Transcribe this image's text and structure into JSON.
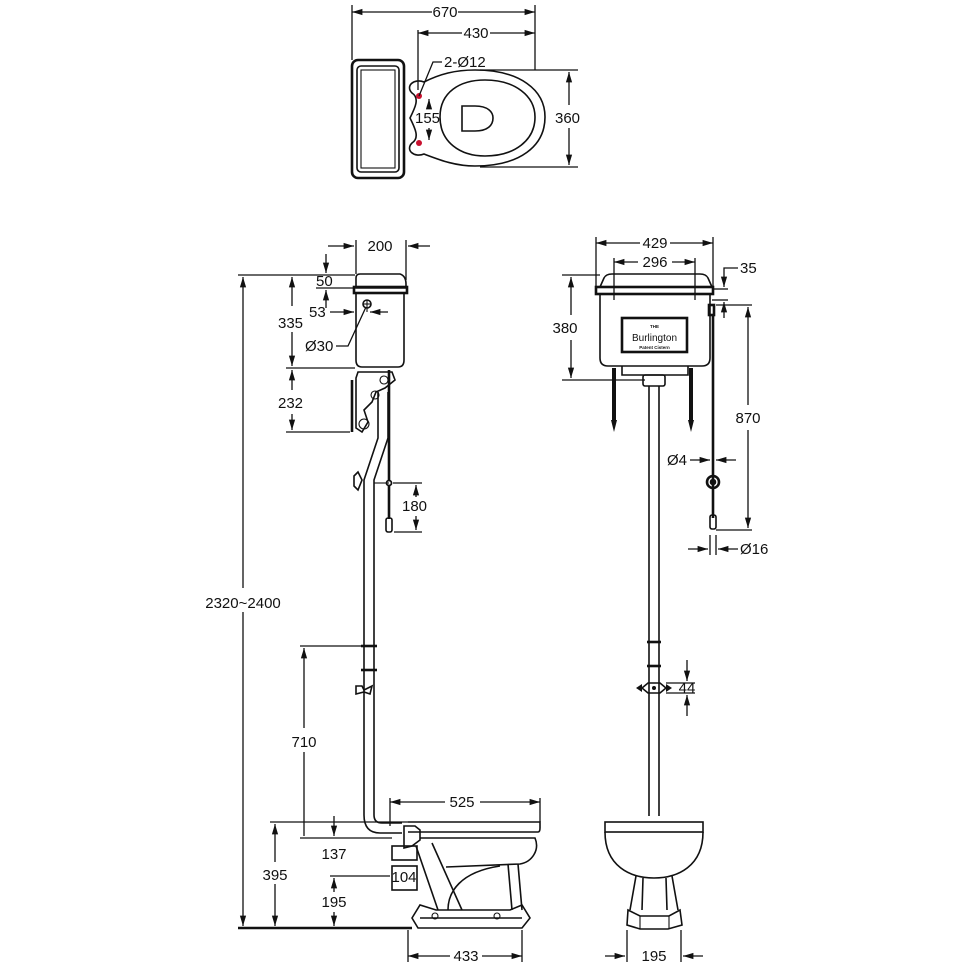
{
  "drawing": {
    "title": "High level cistern WC technical drawing",
    "views": [
      "top-view",
      "side-view",
      "front-view"
    ],
    "accent_color": "#c8102e"
  },
  "cistern_label": {
    "line1": "THE",
    "line2": "Burlington",
    "line3": "Patent Cistern"
  },
  "top_view": {
    "overall_width": "670",
    "pan_width": "430",
    "fixing_holes": "2-Ø12",
    "hole_spacing": "155",
    "pan_depth": "360"
  },
  "side_view": {
    "cistern_depth": "200",
    "lid_height": "50",
    "lever_offset": "53",
    "cistern_height": "335",
    "lever_diameter": "Ø30",
    "bracket_height": "232",
    "chain_pull_drop": "180",
    "total_height": "2320~2400",
    "flush_pipe_joint": "710",
    "pan_length": "525",
    "outlet_offset": "137",
    "pan_height": "395",
    "outlet_diameter": "104",
    "outlet_height": "195",
    "base_length": "433"
  },
  "front_view": {
    "cistern_width": "429",
    "bracket_spacing": "296",
    "lid_thickness": "35",
    "cistern_front_height": "380",
    "chain_length": "870",
    "chain_diameter": "Ø4",
    "handle_diameter": "Ø16",
    "clamp_height": "44",
    "base_width": "195"
  }
}
